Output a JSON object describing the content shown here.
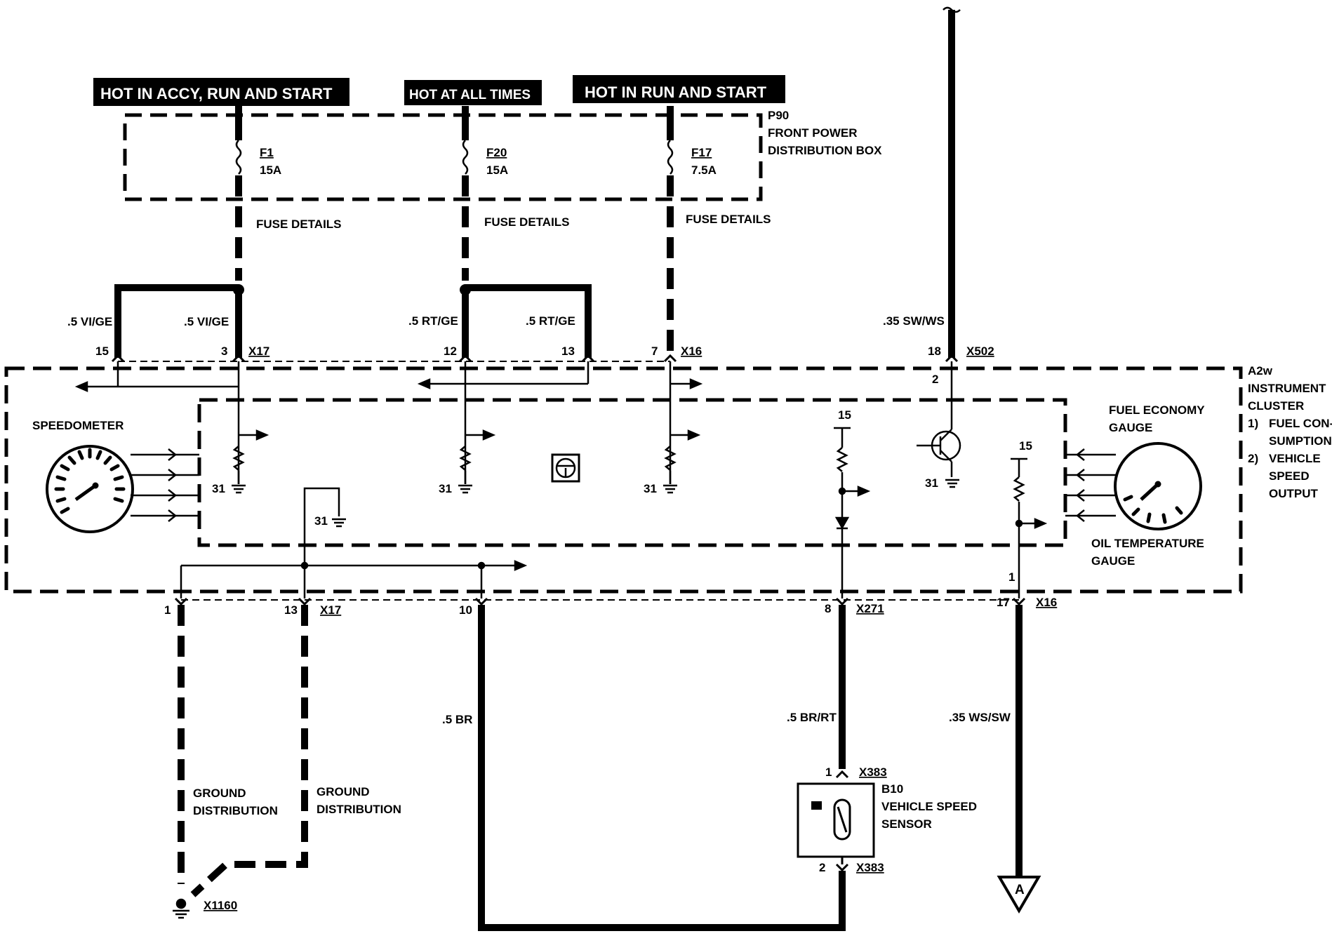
{
  "headers": {
    "accy": "HOT IN ACCY, RUN AND START",
    "always": "HOT AT ALL TIMES",
    "run": "HOT IN RUN AND START"
  },
  "power_box": {
    "id": "P90",
    "line1": "FRONT POWER",
    "line2": "DISTRIBUTION BOX"
  },
  "fuses": {
    "f1_name": "F1",
    "f1_rating": "15A",
    "f20_name": "F20",
    "f20_rating": "15A",
    "f17_name": "F17",
    "f17_rating": "7.5A",
    "details": "FUSE DETAILS"
  },
  "wires": {
    "vige": ".5 VI/GE",
    "rtge": ".5 RT/GE",
    "swws": ".35 SW/WS",
    "br": ".5 BR",
    "brrt": ".5 BR/RT",
    "wssw": ".35 WS/SW"
  },
  "connectors": {
    "x17": "X17",
    "x16": "X16",
    "x502": "X502",
    "x271": "X271",
    "x383": "X383",
    "x1160": "X1160"
  },
  "pins": {
    "p15": "15",
    "p3": "3",
    "p12": "12",
    "p13": "13",
    "p7": "7",
    "p18": "18",
    "p2": "2",
    "p31": "31",
    "p1": "1",
    "p10": "10",
    "p8": "8",
    "p17": "17"
  },
  "cluster": {
    "id": "A2w",
    "line1": "INSTRUMENT",
    "line2": "CLUSTER",
    "f1n": "1)",
    "f1a": "FUEL CON-",
    "f1b": "SUMPTION",
    "f2n": "2)",
    "f2a": "VEHICLE",
    "f2b": "SPEED",
    "f2c": "OUTPUT"
  },
  "gauges": {
    "speedometer": "SPEEDOMETER",
    "fuel1": "FUEL ECONOMY",
    "fuel2": "GAUGE",
    "oil1": "OIL TEMPERATURE",
    "oil2": "GAUGE"
  },
  "ground": {
    "line1": "GROUND",
    "line2": "DISTRIBUTION"
  },
  "sensor": {
    "id": "B10",
    "line1": "VEHICLE SPEED",
    "line2": "SENSOR"
  },
  "offpage": "A"
}
